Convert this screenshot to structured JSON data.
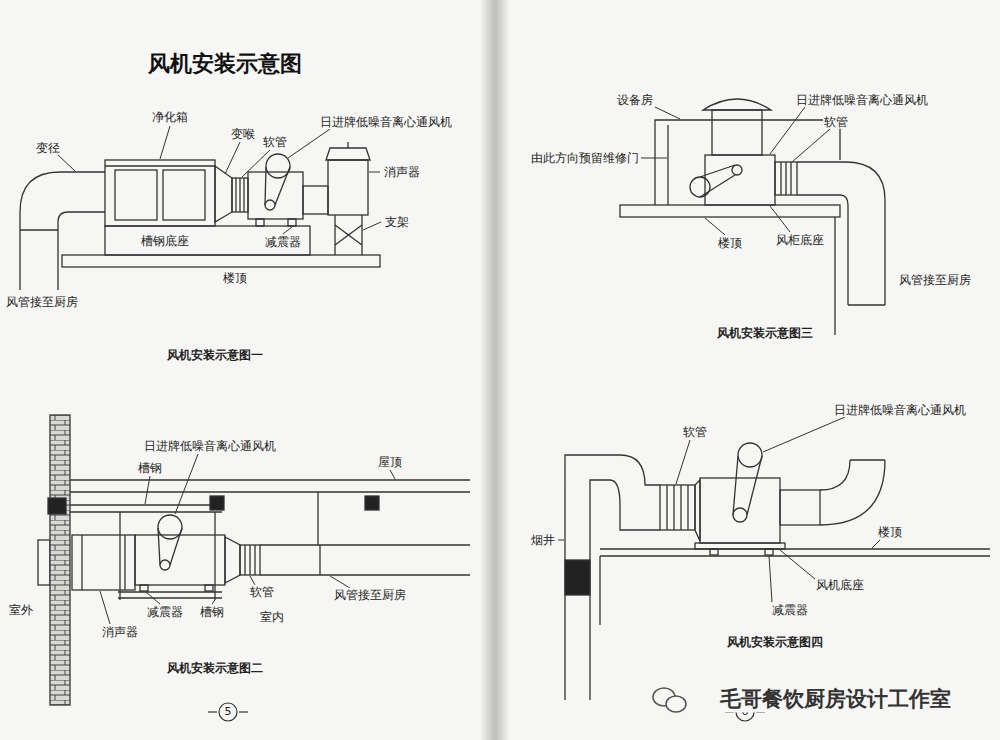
{
  "diagram": {
    "title": "风机安装示意图",
    "labels": [
      "变径",
      "净化箱",
      "变喉",
      "软管",
      "日进牌低噪音离心通风机",
      "消声器",
      "支架",
      "槽钢底座",
      "减震器",
      "楼顶",
      "风管接至厨房",
      "风机安装示意图一",
      "槽钢",
      "日进牌低噪音离心通风机",
      "屋顶",
      "室外",
      "减震器",
      "槽钢",
      "软管",
      "风管接至厨房",
      "室内",
      "消声器",
      "风机安装示意图二",
      "5",
      "设备房",
      "日进牌低噪音离心通风机",
      "软管",
      "由此方向预留维修门",
      "楼顶",
      "风柜底座",
      "风管接至厨房",
      "风机安装示意图三",
      "软管",
      "日进牌低噪音离心通风机",
      "楼顶",
      "烟井",
      "风机底座",
      "减震器",
      "风机安装示意图四",
      "6",
      "毛哥餐饮厨房设计工作室"
    ]
  }
}
